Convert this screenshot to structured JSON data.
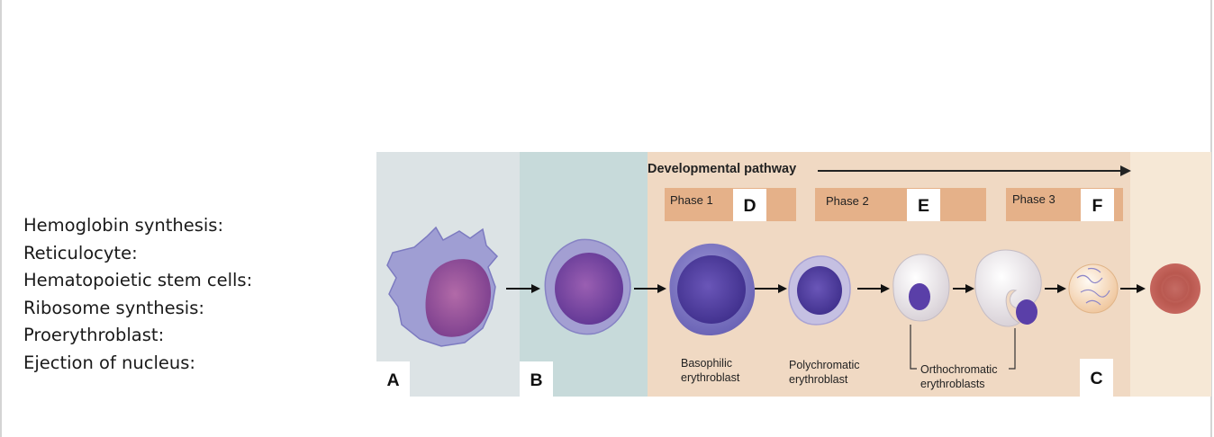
{
  "terms": [
    "Hemoglobin synthesis:",
    "Reticulocyte:",
    "Hematopoietic stem cells:",
    "Ribosome synthesis:",
    "Proerythroblast:",
    "Ejection of nucleus:"
  ],
  "figure": {
    "pathway_title": "Developmental pathway",
    "phases": [
      {
        "label": "Phase 1",
        "letter": "D"
      },
      {
        "label": "Phase 2",
        "letter": "E"
      },
      {
        "label": "Phase 3",
        "letter": "F"
      }
    ],
    "bottom_letters": {
      "a": "A",
      "b": "B",
      "c": "C"
    },
    "captions": {
      "basophilic_line1": "Basophilic",
      "basophilic_line2": "erythroblast",
      "polychromatic_line1": "Polychromatic",
      "polychromatic_line2": "erythroblast",
      "orthochromatic_line1": "Orthochromatic",
      "orthochromatic_line2": "erythroblasts"
    }
  },
  "colors": {
    "panel_stem": "#dce3e5",
    "panel_proerythroblast": "#c7dada",
    "panel_pathway": "#f0d9c3",
    "panel_mature": "#f6e8d6",
    "phase_bar": "#e5b189",
    "nucleus": "#6a52b0",
    "cytoplasm_basophilic": "#7c74c4",
    "red_blood_cell": "#c8605a"
  },
  "icons": [
    "arrow-icon"
  ]
}
